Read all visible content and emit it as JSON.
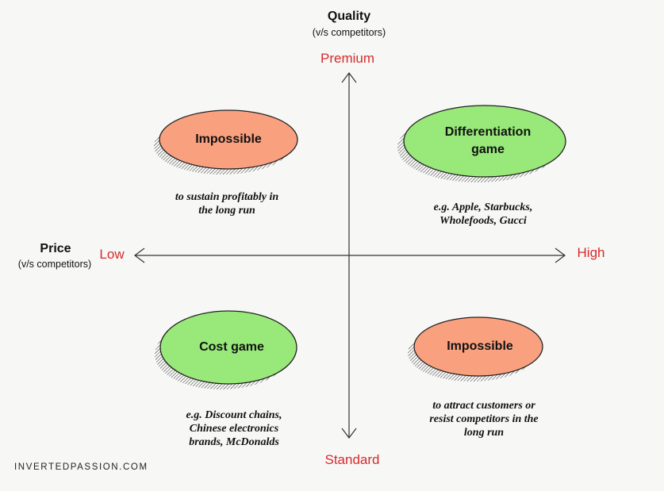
{
  "axes": {
    "quality": {
      "title": "Quality",
      "subtitle": "(v/s competitors)",
      "top": "Premium",
      "bottom": "Standard"
    },
    "price": {
      "title": "Price",
      "subtitle": "(v/s competitors)",
      "left": "Low",
      "right": "High"
    },
    "end_color": "#d62b2b"
  },
  "quadrants": {
    "top_left": {
      "label": "Impossible",
      "note_line1": "to sustain profitably in",
      "note_line2": "the long run",
      "color": "#f9a07f"
    },
    "top_right": {
      "label_line1": "Differentiation",
      "label_line2": "game",
      "note_line1": "e.g. Apple, Starbucks,",
      "note_line2": "Wholefoods, Gucci",
      "color": "#98e87a"
    },
    "bottom_left": {
      "label": "Cost game",
      "note_line1": "e.g. Discount chains,",
      "note_line2": "Chinese electronics",
      "note_line3": "brands, McDonalds",
      "color": "#98e87a"
    },
    "bottom_right": {
      "label": "Impossible",
      "note_line1": "to attract customers or",
      "note_line2": "resist competitors in the",
      "note_line3": "long run",
      "color": "#f9a07f"
    }
  },
  "watermark": "INVERTEDPASSION.COM"
}
